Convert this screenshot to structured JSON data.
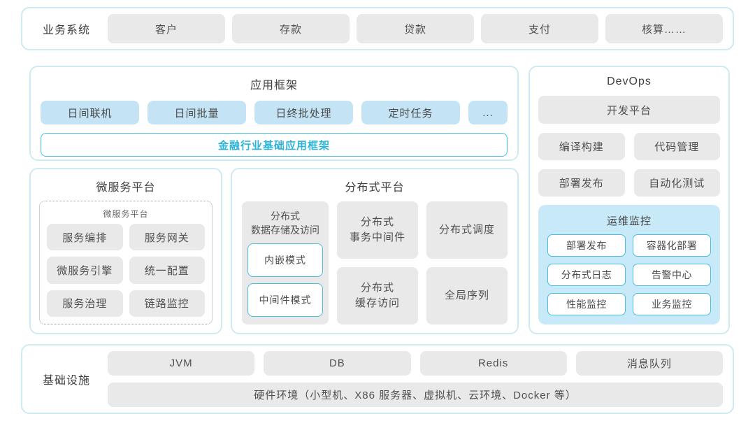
{
  "colors": {
    "frame_border": "#cfeaf2",
    "gray_block": "#e9e9e9",
    "blue_block": "#c4e4f6",
    "panel_blue": "#c8e9f8",
    "accent": "#49bedd",
    "accent_text": "#2db4d8"
  },
  "top_bar": {
    "label": "业务系统",
    "items": [
      "客户",
      "存款",
      "贷款",
      "支付",
      "核算……"
    ]
  },
  "app_framework": {
    "title": "应用框架",
    "items": [
      "日间联机",
      "日间批量",
      "日终批处理",
      "定时任务",
      "..."
    ],
    "base": "金融行业基础应用框架"
  },
  "microservice": {
    "title": "微服务平台",
    "inner_title": "微服务平台",
    "items": [
      "服务编排",
      "服务网关",
      "微服务引擎",
      "统一配置",
      "服务治理",
      "链路监控"
    ]
  },
  "distributed": {
    "title": "分布式平台",
    "storage": {
      "title": "分布式\n数据存储及访问",
      "modes": [
        "内嵌模式",
        "中间件模式"
      ]
    },
    "cards": [
      "分布式\n事务中间件",
      "分布式调度",
      "分布式\n缓存访问",
      "全局序列"
    ]
  },
  "devops": {
    "title": "DevOps",
    "platform": "开发平台",
    "items": [
      "编译构建",
      "代码管理",
      "部署发布",
      "自动化测试"
    ],
    "monitor": {
      "title": "运维监控",
      "items": [
        "部署发布",
        "容器化部署",
        "分布式日志",
        "告警中心",
        "性能监控",
        "业务监控"
      ]
    }
  },
  "infrastructure": {
    "label": "基础设施",
    "items": [
      "JVM",
      "DB",
      "Redis",
      "消息队列"
    ],
    "hardware": "硬件环境（小型机、X86 服务器、虚拟机、云环境、Docker 等）"
  }
}
